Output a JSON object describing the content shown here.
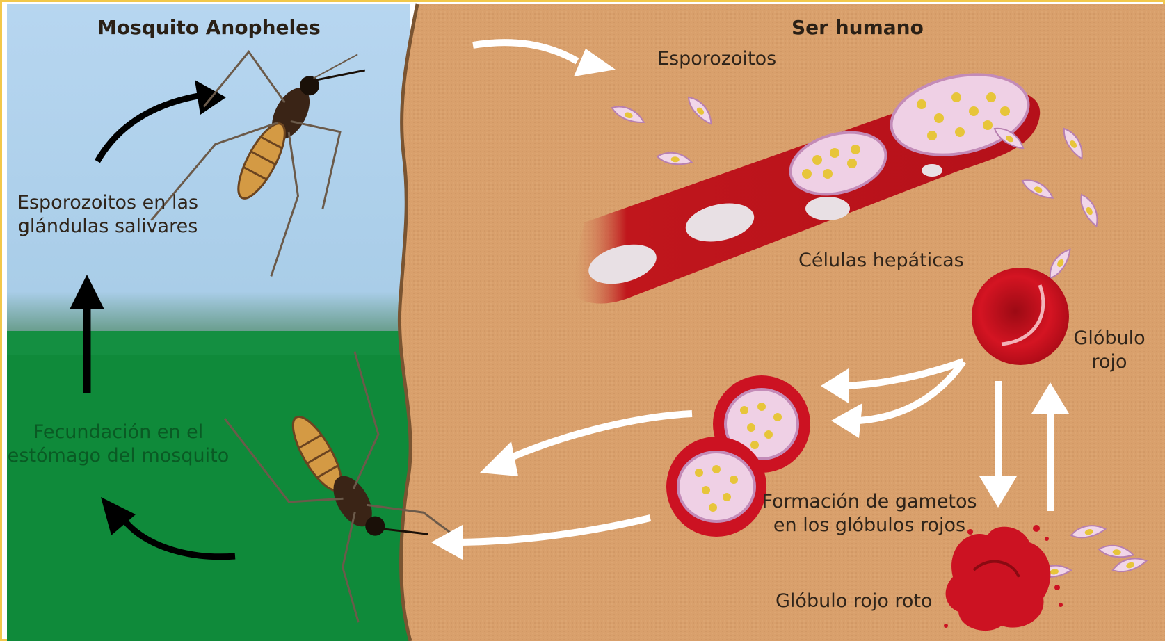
{
  "left_panel": {
    "title": "Mosquito Anopheles",
    "salivary_label": [
      "Esporozoitos en las",
      "glándulas salivares"
    ],
    "fertilization_label": [
      "Fecundación en el",
      "estómago del mosquito"
    ]
  },
  "right_panel": {
    "title": "Ser humano",
    "sporozoites_label": "Esporozoitos",
    "liver_cells_label": "Células hepáticas",
    "red_cell_label": [
      "Glóbulo",
      "rojo"
    ],
    "gametes_label": [
      "Formación de gametos",
      "en los glóbulos rojos"
    ],
    "ruptured_cell_label": "Glóbulo rojo roto"
  },
  "colors": {
    "sky": "#b3d3ee",
    "grass": "#0f8a3a",
    "skin": "#d9a06c",
    "blood_red": "#c8102e",
    "frame": "#f2c84b",
    "parasite_yellow": "#e8d85a",
    "arrow_black": "#000000",
    "arrow_white": "#ffffff"
  },
  "icons": [
    "mosquito-icon",
    "sporozoite-icon",
    "red-blood-cell-icon",
    "liver-cell-icon",
    "ruptured-cell-icon",
    "cycle-arrow-icon"
  ]
}
